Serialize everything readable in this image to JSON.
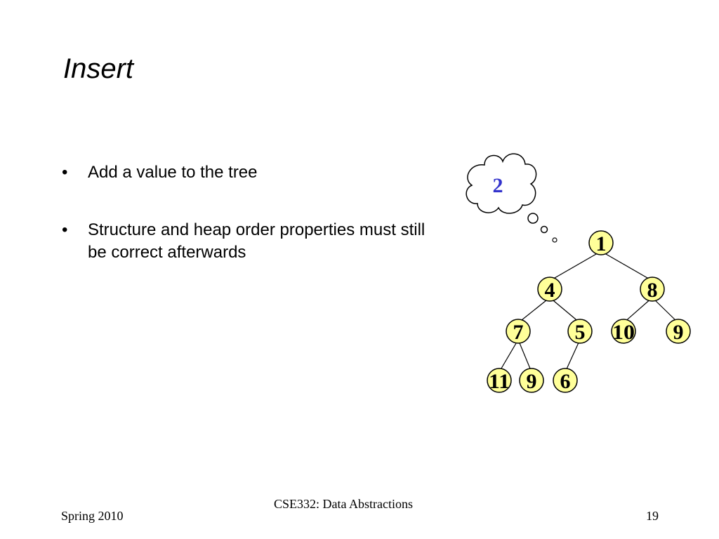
{
  "slide": {
    "title": "Insert",
    "bullets": [
      {
        "marker": "•",
        "text": "Add a value to the tree"
      },
      {
        "marker": "•",
        "text": "Structure and heap order properties must still be correct afterwards"
      }
    ]
  },
  "diagram": {
    "node_fill": "#ffff99",
    "node_stroke": "#000000",
    "new_value_color": "#3333cc",
    "new_value": "2",
    "nodes": {
      "root": "1",
      "left": "4",
      "right": "8",
      "left_left": "7",
      "left_right": "5",
      "right_left": "10",
      "right_right": "9",
      "left_left_left": "11",
      "left_left_right": "9",
      "left_right_left": "6"
    }
  },
  "footer": {
    "left": "Spring 2010",
    "center": "CSE332: Data Abstractions",
    "right": "19"
  }
}
